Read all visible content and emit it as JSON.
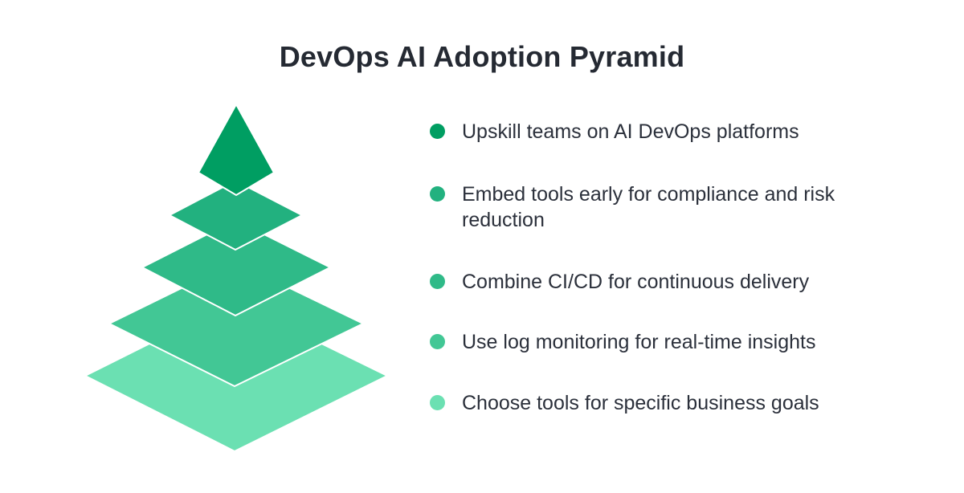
{
  "title": "DevOps AI Adoption Pyramid",
  "colors": {
    "level1": "#009e62",
    "level2": "#22b17f",
    "level3": "#2fba88",
    "level4": "#42c795",
    "level5": "#6be0b2",
    "text": "#2b303b",
    "title": "#252a33"
  },
  "levels": [
    {
      "label": "Upskill teams on AI DevOps platforms",
      "color": "#009e62"
    },
    {
      "label": "Embed tools early for compliance and risk reduction",
      "color": "#22b17f"
    },
    {
      "label": "Combine CI/CD for continuous delivery",
      "color": "#2fba88"
    },
    {
      "label": "Use log monitoring for real-time insights",
      "color": "#42c795"
    },
    {
      "label": "Choose tools for specific business goals",
      "color": "#6be0b2"
    }
  ]
}
